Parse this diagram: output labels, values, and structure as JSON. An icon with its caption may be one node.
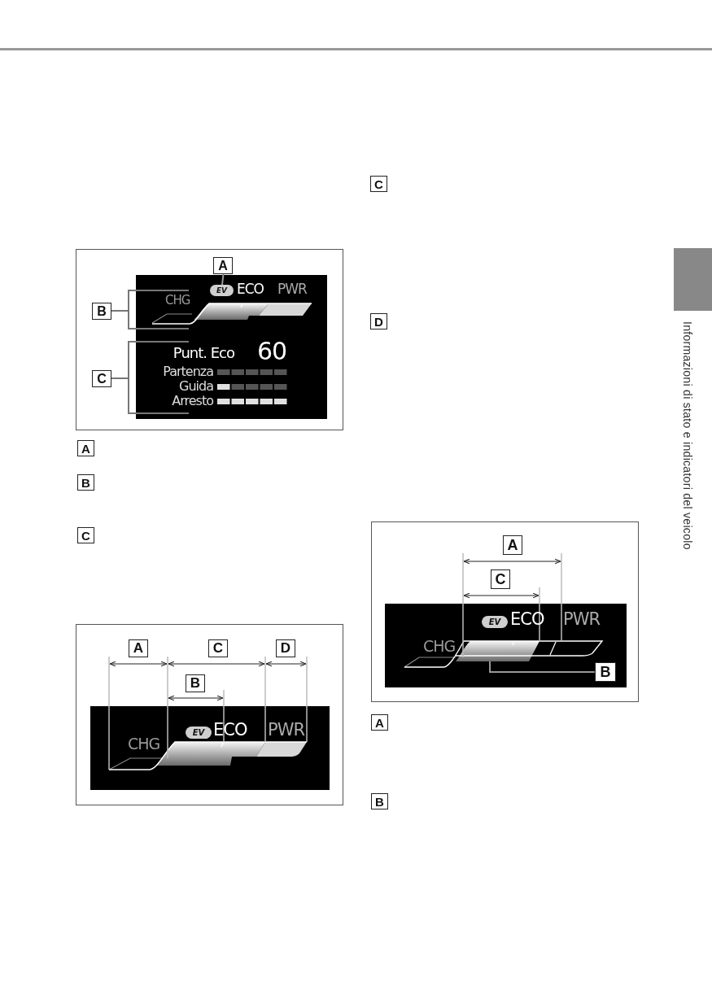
{
  "diagram": {
    "nodes": [
      {
        "text": [
          "A"
        ]
      },
      {
        "text": [
          "EV"
        ]
      },
      {
        "text": [
          "B"
        ]
      },
      {
        "text": [
          "C"
        ]
      },
      {
        "text": [
          "A"
        ]
      },
      {
        "text": [
          "B"
        ]
      },
      {
        "text": [
          "C"
        ]
      },
      {
        "text": [
          "A"
        ]
      },
      {
        "text": [
          "C"
        ]
      },
      {
        "text": [
          "D"
        ]
      },
      {
        "text": [
          "B"
        ]
      },
      {
        "text": [
          "C"
        ]
      },
      {
        "text": [
          "D"
        ]
      },
      {
        "text": [
          "A"
        ]
      },
      {
        "text": [
          "C"
        ]
      },
      {
        "text": [
          "B"
        ]
      },
      {
        "text": [],
        "shape": "bar"
      },
      {
        "text": [
          "A"
        ]
      },
      {
        "text": [
          "B"
        ]
      },
      {
        "text": [],
        "shape": "box"
      }
    ],
    "edges": [
      {
        "from": 0,
        "to": 1,
        "arrow": "none"
      },
      {
        "from": 15,
        "to": 16,
        "arrow": "none"
      }
    ],
    "labels": [
      "ECO",
      "PWR",
      "CHG",
      "Punt. Eco",
      "60",
      "Partenza",
      "Guida",
      "Arresto",
      "EV",
      "ECO",
      "PWR",
      "CHG",
      "EV",
      "ECO",
      "PWR",
      "CHG",
      "Informazioni di stato e indicatori del veicolo"
    ]
  }
}
